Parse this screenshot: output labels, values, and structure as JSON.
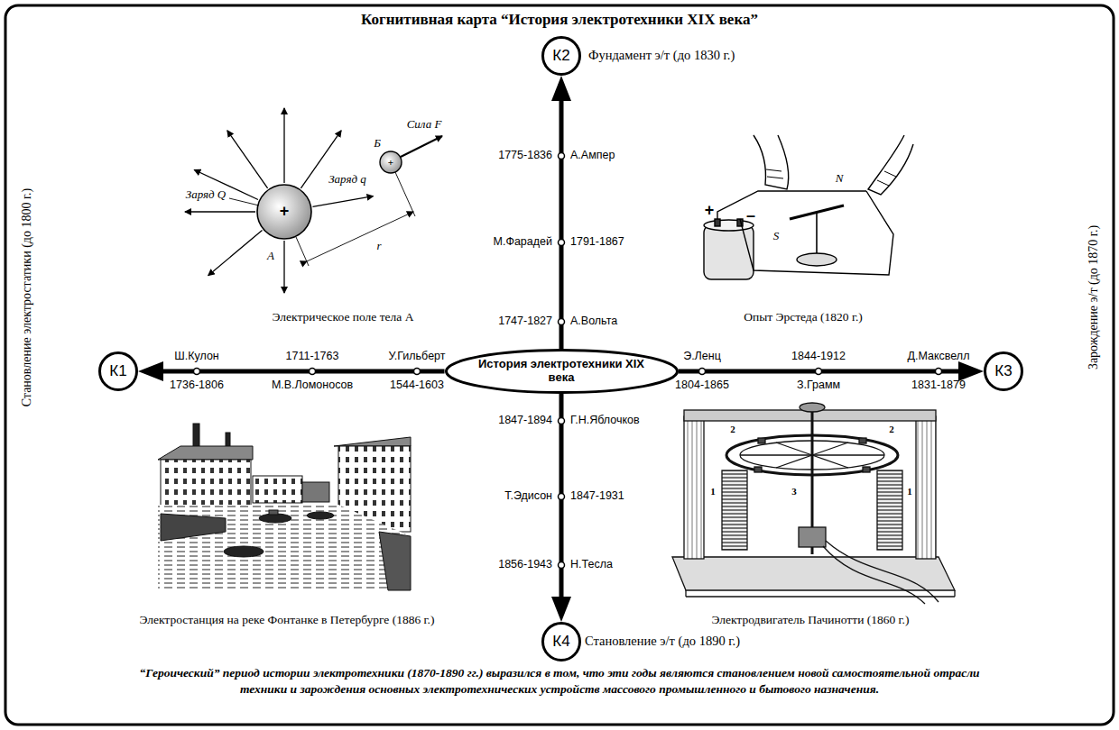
{
  "diagram": {
    "title": "Когнитивная карта “История электротехники XIX века”",
    "caption": "“Героический” период истории электротехники (1870-1890 гг.) выразился в том, что эти годы являются становлением новой самостоятельной отрасли техники и зарождения основных электротехнических устройств массового промышленного и бытового назначения.",
    "nodes": [
      {
        "text": [
          "История электротехники XIX века"
        ]
      },
      {
        "text": [
          "К1"
        ]
      },
      {
        "text": [
          "К2"
        ]
      },
      {
        "text": [
          "К3"
        ]
      },
      {
        "text": [
          "К4"
        ]
      }
    ],
    "edges": [
      {
        "from": 0,
        "to": 1,
        "arrow": "to"
      },
      {
        "from": 0,
        "to": 2,
        "arrow": "to"
      },
      {
        "from": 0,
        "to": 3,
        "arrow": "to"
      },
      {
        "from": 0,
        "to": 4,
        "arrow": "to"
      }
    ],
    "labels": [
      "Становление электростатики (до 1800 г.)",
      "Фундамент э/т (до 1830 г.)",
      "Зарождение э/т (до 1870 г.)",
      "Становление э/т (до 1890 г.)",
      "Ш.Кулон",
      "1736-1806",
      "1711-1763",
      "М.В.Ломоносов",
      "У.Гильберт",
      "1544-1603",
      "Э.Ленц",
      "1804-1865",
      "1844-1912",
      "З.Грамм",
      "Д.Максвелл",
      "1831-1879",
      "1775-1836",
      "А.Ампер",
      "М.Фарадей",
      "1791-1867",
      "1747-1827",
      "А.Вольта",
      "1847-1894",
      "Г.Н.Яблочков",
      "Т.Эдисон",
      "1847-1931",
      "1856-1943",
      "Н.Тесла",
      "Электрическое поле тела А",
      "Опыт Эрстеда (1820 г.)",
      "Электростанция на реке Фонтанке в Петербурге (1886 г.)",
      "Электродвигатель Пачинотти (1860 г.)",
      "Заряд Q",
      "Сила F",
      "Б",
      "Заряд q",
      "А",
      "r",
      "+",
      "+",
      "+",
      "–",
      "N",
      "S",
      "2",
      "2",
      "1",
      "3",
      "1"
    ]
  }
}
